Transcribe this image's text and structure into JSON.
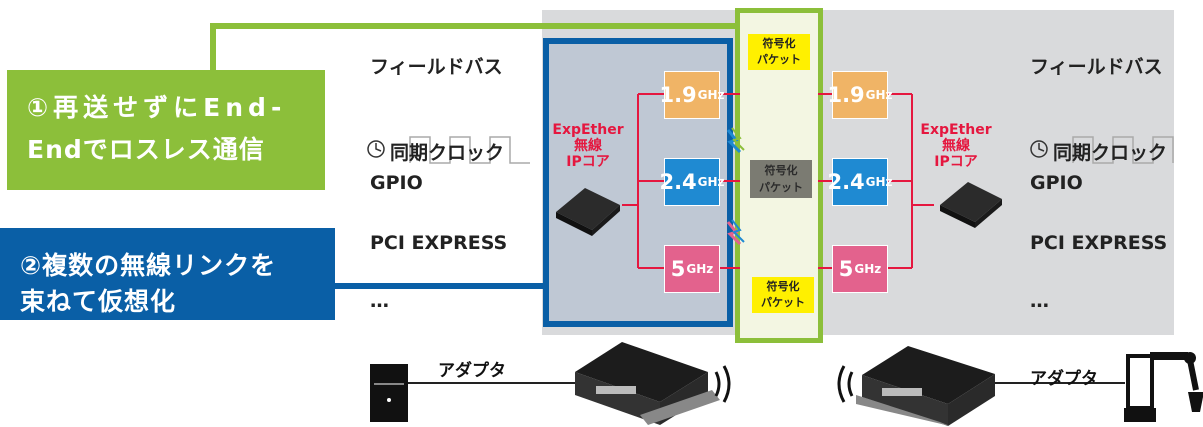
{
  "callouts": {
    "c1_line1": "①再送せずにEnd-",
    "c1_line2": "Endでロスレス通信",
    "c2_line1": "②複数の無線リンクを",
    "c2_line2": "束ねて仮想化"
  },
  "signals_left": [
    "フィールドバス",
    "同期クロック",
    "GPIO",
    "PCI EXPRESS",
    "…"
  ],
  "signals_right": [
    "フィールドバス",
    "同期クロック",
    "GPIO",
    "PCI EXPRESS",
    "…"
  ],
  "ip_core": {
    "line1": "ExpEther",
    "line2": "無線",
    "line3": "IPコア"
  },
  "frequencies": {
    "f1": "1.9",
    "f2": "2.4",
    "f3": "5",
    "unit": "GHz"
  },
  "packet": {
    "line1": "符号化",
    "line2": "パケット"
  },
  "adapter": "アダプタ",
  "colors": {
    "green": "#8cbf3a",
    "blue": "#0a5fa6",
    "ip_red": "#e5173f",
    "freq_19": "#f0b466",
    "freq_24": "#1f8ad2",
    "freq_5": "#e3628d",
    "packet_yellow": "#fff000"
  }
}
